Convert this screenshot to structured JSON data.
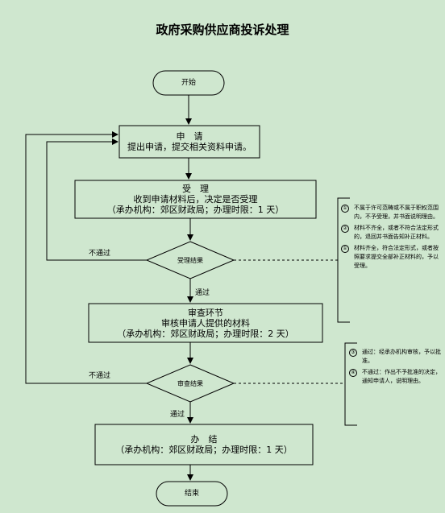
{
  "title": "政府采购供应商投诉处理",
  "nodes": {
    "start": "开始",
    "apply": {
      "line1": "申　请",
      "line2": "提出申请，提交相关资料申请。"
    },
    "accept": {
      "line1": "受　理",
      "line2": "收到申请材料后，决定是否受理",
      "line3": "（承办机构：郊区财政局；办理时限：1 天）"
    },
    "accept_decision": "受理结果",
    "review": {
      "line1": "审查环节",
      "line2": "审核申请人提供的材料",
      "line3": "（承办机构：郊区财政局；办理时限：2 天）"
    },
    "review_decision": "审查结果",
    "finish": {
      "line1": "办　结",
      "line2": "（承办机构：郊区财政局；办理时限：1 天）"
    },
    "end": "结束"
  },
  "edge_labels": {
    "fail_1": "不通过",
    "pass_1": "通过",
    "fail_2": "不通过",
    "pass_2": "通过"
  },
  "notes_accept": [
    {
      "badge": "①",
      "text": "不属于许可范畴或不属于职权范围内，不予受理，并书面说明理由。"
    },
    {
      "badge": "②",
      "text": "材料不齐全，或者不符合法定形式的，退回并书面告知补正材料。"
    },
    {
      "badge": "①",
      "text": "材料齐全，符合法定形式，或者按照要求提交全部补正材料的，予以受理。"
    }
  ],
  "notes_review": [
    {
      "badge": "③",
      "text": "通过：经承办机构审核，予以批准。"
    },
    {
      "badge": "④",
      "text": "不通过：作出不予批准的决定，通知申请人，说明理由。"
    }
  ]
}
